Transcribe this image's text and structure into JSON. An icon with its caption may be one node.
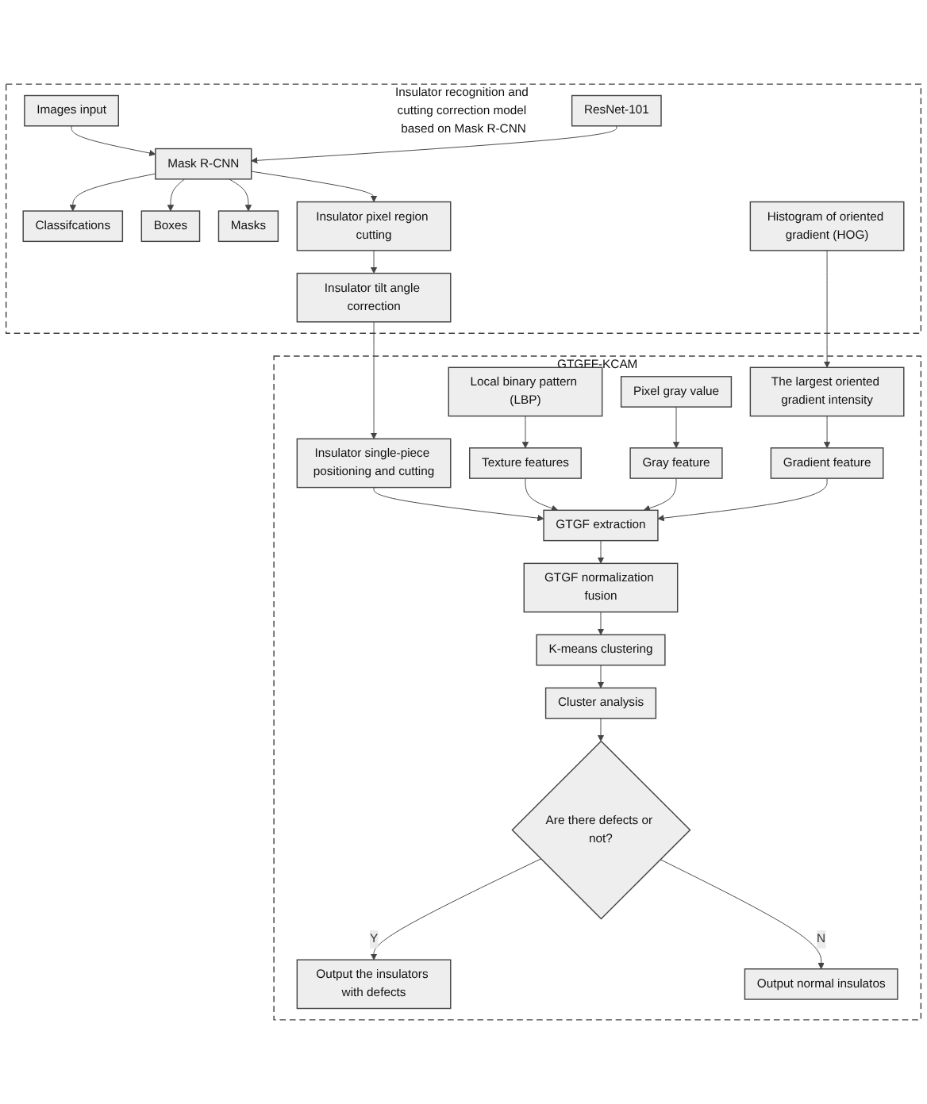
{
  "diagram": {
    "nodes": [
      {
        "text": [
          "Insulator recognition and cutting correction model based on Mask R-CNN"
        ]
      },
      {
        "text": [
          "Images input"
        ],
        "in": 0
      },
      {
        "text": [
          "Classifcations"
        ],
        "in": 0
      },
      {
        "text": [
          "Boxes"
        ],
        "in": 0
      },
      {
        "text": [
          "Masks"
        ],
        "in": 0
      },
      {
        "text": [
          "Mask R-CNN"
        ],
        "in": 0
      },
      {
        "text": [
          "ResNet-101"
        ],
        "in": 0
      },
      {
        "text": [
          "Insulator pixel region cutting"
        ],
        "in": 0
      },
      {
        "text": [
          "Insulator tilt angle correction"
        ],
        "in": 0
      },
      {
        "text": [
          "Histogram of oriented gradient (HOG)"
        ],
        "in": 0
      },
      {
        "text": [
          "GTGFF-KCAM"
        ]
      },
      {
        "text": [
          "Local binary pattern (LBP)"
        ],
        "in": 10
      },
      {
        "text": [
          "Insulator single-piece positioning and cutting"
        ],
        "in": 10
      },
      {
        "text": [
          "The largest oriented gradient intensity"
        ],
        "in": 10
      },
      {
        "text": [
          "Texture features"
        ],
        "in": 10
      },
      {
        "text": [
          "GTGF extraction"
        ],
        "in": 10
      },
      {
        "text": [
          "Gradient feature"
        ],
        "in": 10
      },
      {
        "text": [
          "Pixel gray value"
        ],
        "in": 10
      },
      {
        "text": [
          "GTGF normalization fusion"
        ],
        "in": 10
      },
      {
        "text": [
          "Gray feature"
        ],
        "in": 10
      },
      {
        "text": [
          "K-means clustering"
        ],
        "in": 10
      },
      {
        "text": [
          "Cluster analysis"
        ],
        "in": 10
      },
      {
        "text": [
          "Are there defects or not?"
        ],
        "in": 10
      },
      {
        "text": [
          "Output the insulators with defects"
        ],
        "in": 10
      },
      {
        "text": [
          "Output normal insulatos"
        ],
        "in": 10
      }
    ],
    "edges": [
      {
        "from": 1,
        "to": 5,
        "arrow": "to"
      },
      {
        "from": 5,
        "to": 2,
        "arrow": "to"
      },
      {
        "from": 5,
        "to": 3,
        "arrow": "to"
      },
      {
        "from": 5,
        "to": 4,
        "arrow": "to"
      },
      {
        "from": 6,
        "to": 5,
        "arrow": "to"
      },
      {
        "from": 5,
        "to": 7,
        "arrow": "to"
      },
      {
        "from": 7,
        "to": 8,
        "arrow": "to"
      },
      {
        "from": 8,
        "to": 12,
        "arrow": "to"
      },
      {
        "from": 9,
        "to": 13,
        "arrow": "to"
      },
      {
        "from": 11,
        "to": 14,
        "arrow": "to"
      },
      {
        "from": 13,
        "to": 16,
        "arrow": "to"
      },
      {
        "from": 12,
        "to": 15,
        "arrow": "to"
      },
      {
        "from": 14,
        "to": 15,
        "arrow": "to"
      },
      {
        "from": 19,
        "to": 15,
        "arrow": "to"
      },
      {
        "from": 16,
        "to": 15,
        "arrow": "to"
      },
      {
        "from": 17,
        "to": 19,
        "arrow": "to"
      },
      {
        "from": 15,
        "to": 18,
        "arrow": "to"
      },
      {
        "from": 18,
        "to": 20,
        "arrow": "to"
      },
      {
        "from": 20,
        "to": 21,
        "arrow": "to"
      },
      {
        "from": 21,
        "to": 22,
        "arrow": "to"
      },
      {
        "from": 22,
        "to": 23,
        "label": "Y",
        "arrow": "to"
      },
      {
        "from": 22,
        "to": 24,
        "label": "N",
        "arrow": "to"
      }
    ]
  }
}
